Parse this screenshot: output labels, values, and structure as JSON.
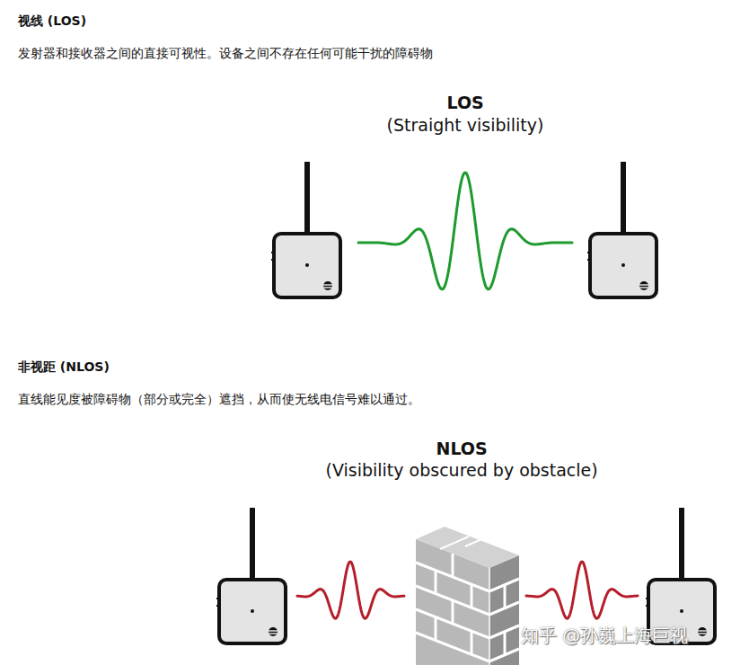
{
  "diagram": {
    "labels": [
      "视线 (LOS)",
      "发射器和接收器之间的直接可视性。设备之间不存在任何可能干扰的障碍物",
      "LOS",
      "(Straight visibility)",
      "非视距 (NLOS)",
      "直线能见度被障碍物（部分或完全）遮挡，从而使无线电信号难以通过。",
      "NLOS",
      "(Visibility obscured by obstacle)",
      "知乎 @孙巍上海巨视"
    ]
  }
}
